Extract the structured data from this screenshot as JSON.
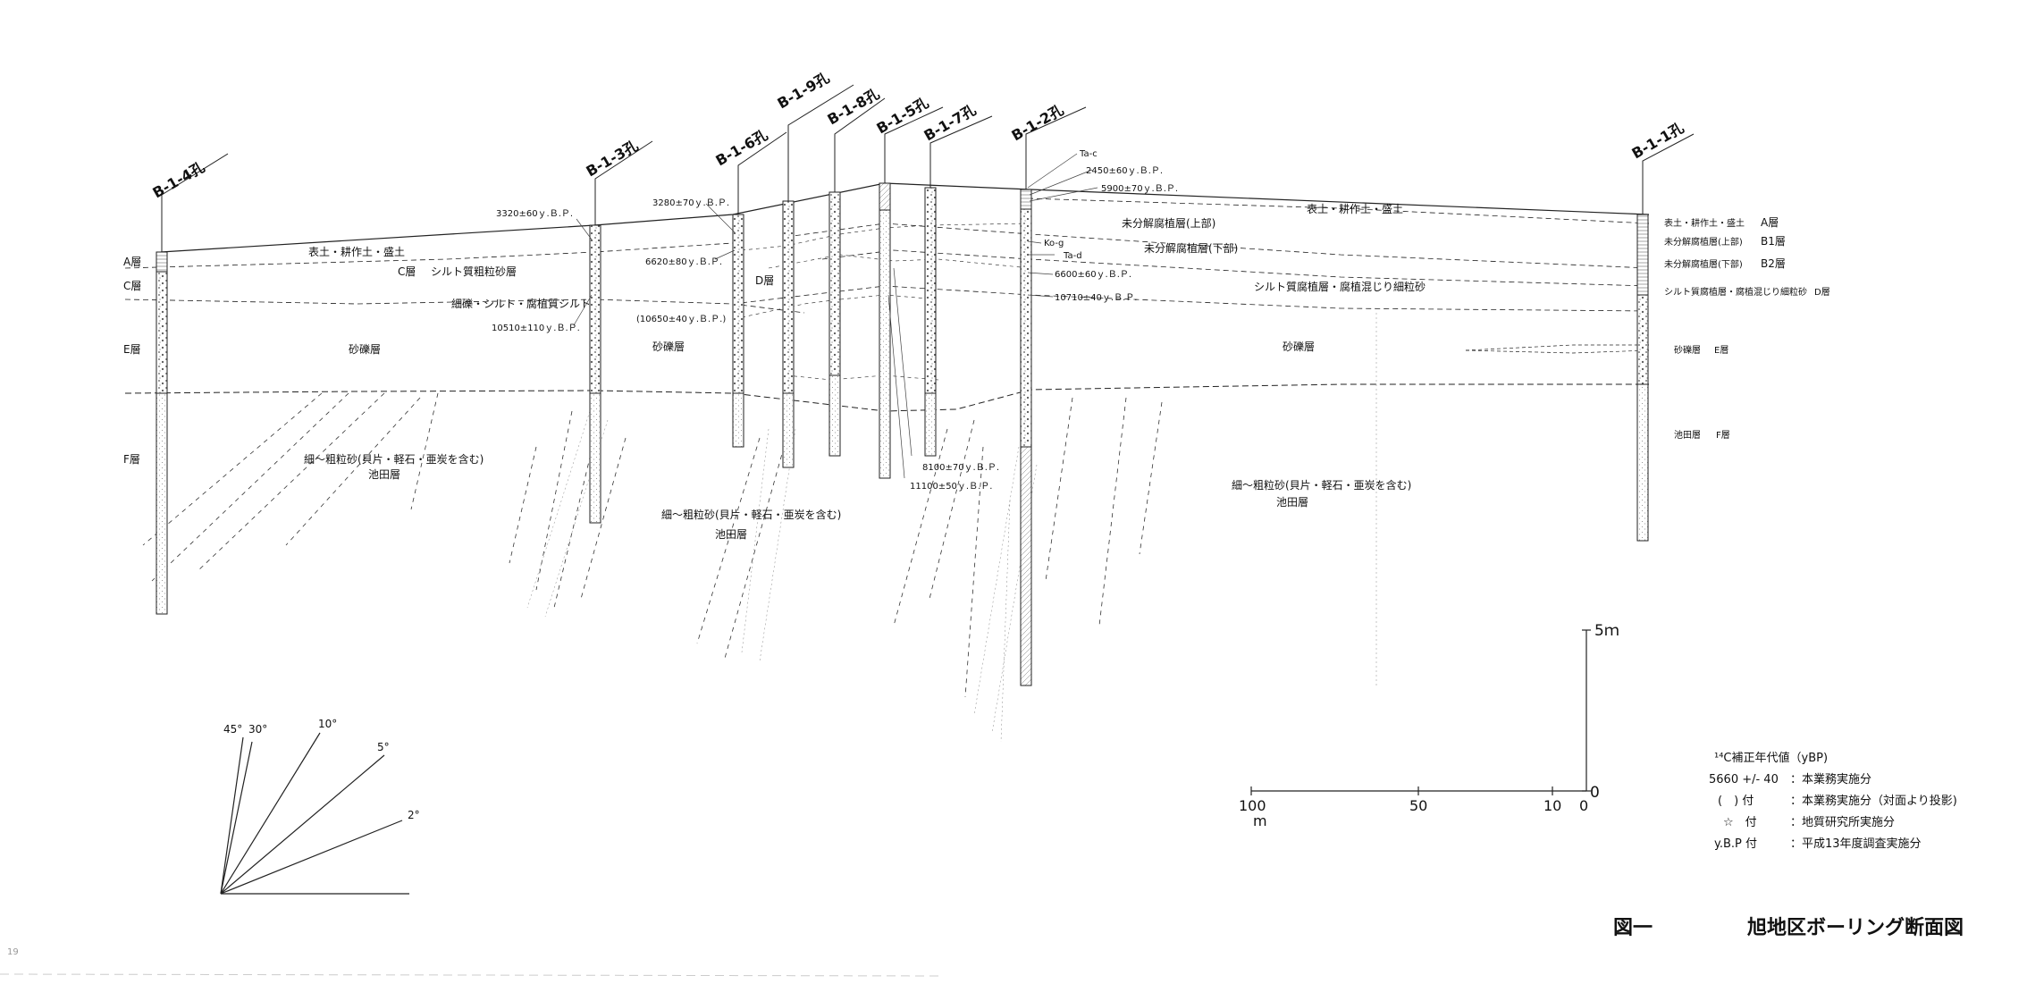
{
  "boreholes": [
    {
      "id": "B-1-4孔"
    },
    {
      "id": "B-1-3孔"
    },
    {
      "id": "B-1-6孔"
    },
    {
      "id": "B-1-9孔"
    },
    {
      "id": "B-1-8孔"
    },
    {
      "id": "B-1-5孔"
    },
    {
      "id": "B-1-7孔"
    },
    {
      "id": "B-1-2孔"
    },
    {
      "id": "B-1-1孔"
    }
  ],
  "layer_side_labels_left": {
    "a": "A層",
    "c": "C層",
    "e": "E層",
    "f": "F層"
  },
  "layer_labels": {
    "topsoil_left": "表土・耕作土・盛土",
    "c_layer": "C層",
    "silty_sand": "シルト質粗粒砂層",
    "fine_gravel_silt": "細礫・シルト・腐植質シルト",
    "gravel_left": "砂礫層",
    "gravel_mid": "砂礫層",
    "d_layer": "D層",
    "fine_coarse_sand_left": "細～粗粒砂(貝片・軽石・亜炭を含む)",
    "ikeda_left": "池田層",
    "fine_coarse_sand_mid": "細～粗粒砂(貝片・軽石・亜炭を含む)",
    "ikeda_mid": "池田層",
    "fine_coarse_sand_right": "細～粗粒砂(貝片・軽石・亜炭を含む)",
    "ikeda_right": "池田層",
    "topsoil_right": "表土・耕作土・盛土",
    "peat_upper": "未分解腐植層(上部)",
    "peat_lower": "未分解腐植層(下部)",
    "silty_peat_sand": "シルト質腐植層・腐植混じり細粒砂",
    "gravel_right": "砂礫層"
  },
  "right_legend": {
    "topsoil": "表土・耕作土・盛土",
    "a": "A層",
    "peat_upper": "未分解腐植層(上部)",
    "b1": "B1層",
    "peat_lower": "未分解腐植層(下部)",
    "b2": "B2層",
    "silty_peat": "シルト質腐植層・腐植混じり細粒砂",
    "d": "D層",
    "gravel": "砂礫層",
    "e": "E層",
    "ikeda": "池田層",
    "f": "F層"
  },
  "dates": {
    "d3320": "3320±60ｙ.Ｂ.Ｐ.",
    "d3280": "3280±70ｙ.Ｂ.Ｐ.",
    "d6620": "6620±80ｙ.Ｂ.Ｐ.",
    "d10510": "10510±110ｙ.Ｂ.Ｐ.",
    "d10650": "(10650±40ｙ.Ｂ.Ｐ.)",
    "d2450": "2450±60ｙ.Ｂ.Ｐ.",
    "d5900": "5900±70ｙ.Ｂ.Ｐ.",
    "d6600": "6600±60ｙ.Ｂ.Ｐ.",
    "d10710": "10710±40ｙ.Ｂ.Ｐ.",
    "d8100": "8100±70ｙ.Ｂ.Ｐ.",
    "d11100": "11100±50ｙ.Ｂ.Ｐ."
  },
  "tephra": {
    "ta_c": "Ta-c",
    "ko_g": "Ko-g",
    "ta_d": "Ta-d"
  },
  "vertical_scale": {
    "top": "5ｍ",
    "bottom": "0"
  },
  "horizontal_scale": {
    "t100": "100",
    "unit": "m",
    "t50": "50",
    "t10": "10",
    "t0": "0"
  },
  "angles": {
    "a45": "45°",
    "a30": "30°",
    "a10": "10°",
    "a5": "5°",
    "a2": "2°"
  },
  "legend": {
    "title": "¹⁴C補正年代値（yBP)",
    "rows": [
      {
        "key": "5660 +/- 40",
        "desc": "：本業務実施分"
      },
      {
        "key": "(　) 付",
        "desc": "：本業務実施分（対面より投影)"
      },
      {
        "key": "☆　付",
        "desc": "：地質研究所実施分"
      },
      {
        "key": "y.B.P 付",
        "desc": "：平成13年度調査実施分"
      }
    ]
  },
  "figure": {
    "number": "図一",
    "title": "旭地区ボーリング断面図"
  },
  "page_marks": {
    "bottom_left": "19"
  }
}
